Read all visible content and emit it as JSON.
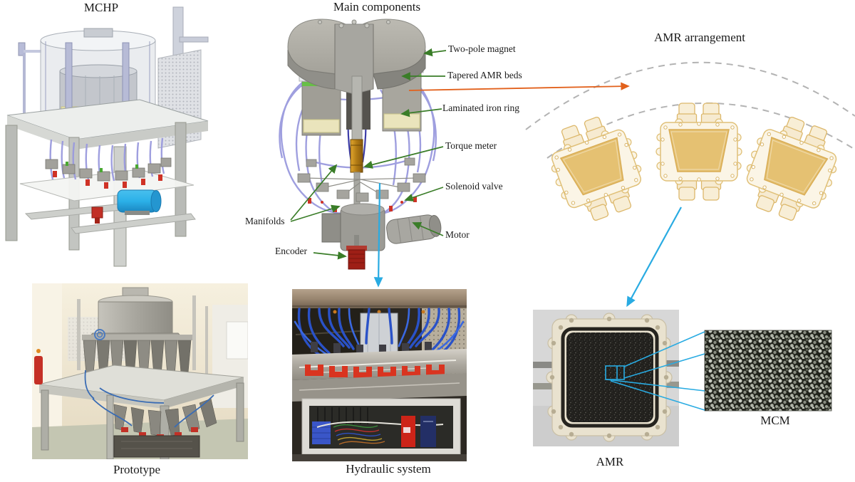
{
  "figure": {
    "titles": {
      "mchp": "MCHP",
      "main_components": "Main components",
      "amr_arrangement": "AMR arrangement"
    },
    "captions": {
      "prototype": "Prototype",
      "hydraulic_system": "Hydraulic system",
      "amr": "AMR",
      "mcm": "MCM"
    },
    "component_labels": {
      "two_pole_magnet": "Two-pole magnet",
      "tapered_amr_beds": "Tapered AMR beds",
      "laminated_iron_ring": "Laminated iron ring",
      "torque_meter": "Torque meter",
      "solenoid_valve": "Solenoid valve",
      "manifolds": "Manifolds",
      "motor": "Motor",
      "encoder": "Encoder"
    },
    "colors": {
      "text": "#1a1a1a",
      "green_arrow": "#3a7d28",
      "orange_arrow": "#e2611c",
      "cyan_arrow": "#29abe2",
      "dashed_arc": "#b3b3b3",
      "amr_bed_fill": "#e5c172",
      "amr_bed_flange": "#fbf5e6",
      "amr_bed_outline": "#d9ad55",
      "tube_purple": "#9a9ade",
      "motor_blue": "#2bb0e8",
      "encoder_red": "#9e1f16",
      "manifold_red": "#d93420",
      "hydraulic_tube_blue": "#2a52c8"
    }
  }
}
